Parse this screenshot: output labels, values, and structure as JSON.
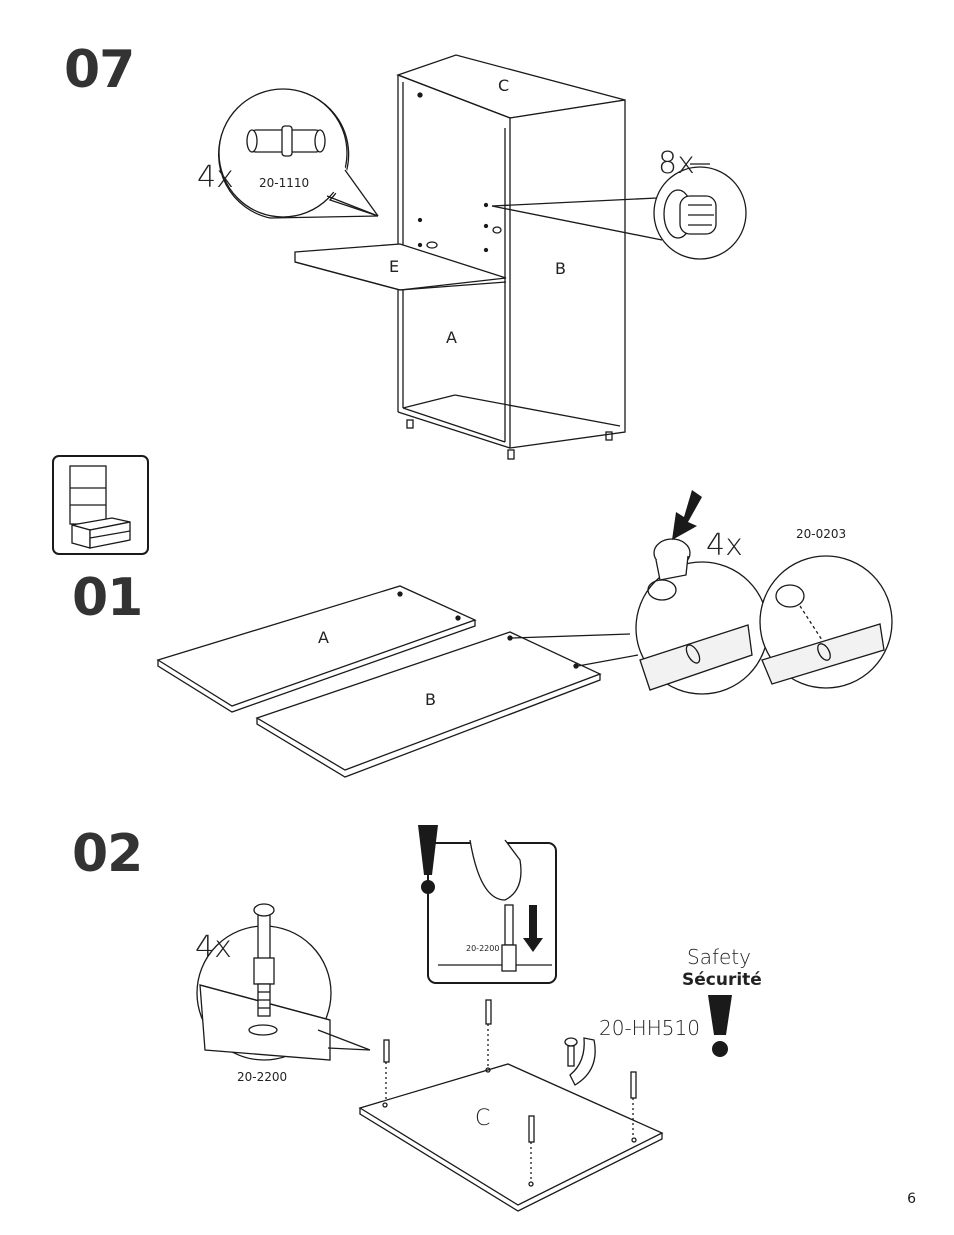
{
  "steps": {
    "s07": {
      "number": "07",
      "qty_dowel": "4x",
      "dowel_code": "20-1110",
      "qty_cam": "8x",
      "panel_c": "C",
      "panel_e": "E",
      "panel_b": "B",
      "panel_a": "A"
    },
    "s01": {
      "number": "01",
      "qty": "4x",
      "cam_code": "20-0203",
      "panel_a": "A",
      "panel_b": "B"
    },
    "s02": {
      "number": "02",
      "qty": "4x",
      "bolt_code": "20-2200",
      "inset_code": "20-2200",
      "safety_en": "Safety",
      "safety_fr": "Sécurité",
      "hook_code": "20-HH510",
      "panel_c": "C"
    }
  },
  "page_number": "6"
}
